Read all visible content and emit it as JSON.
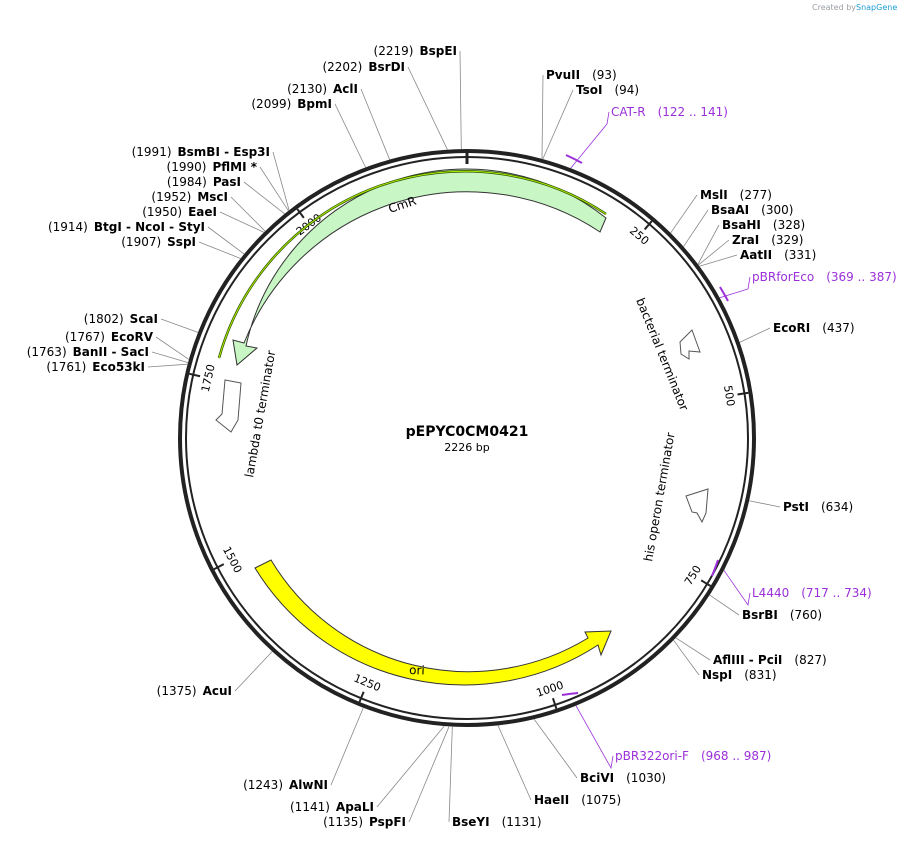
{
  "app": {
    "credit_prefix": "Created by",
    "credit_brand": "SnapGene"
  },
  "plasmid": {
    "name": "pEPYC0CM0421",
    "length_label": "2226 bp",
    "length": 2226
  },
  "ticks": [
    "250",
    "500",
    "750",
    "1000",
    "1250",
    "1500",
    "1750",
    "2000"
  ],
  "features": [
    {
      "label": "CmR",
      "color": "#c8f7c5",
      "type": "arrow-ccw"
    },
    {
      "label": "ori",
      "color": "#ffff00",
      "type": "arrow-cw"
    },
    {
      "label": "bacterial terminator",
      "type": "terminator"
    },
    {
      "label": "his operon terminator",
      "type": "terminator"
    },
    {
      "label": "lambda t0 terminator",
      "type": "terminator"
    }
  ],
  "sites": [
    {
      "pos": "(2219)",
      "name": "BspEI"
    },
    {
      "pos": "(2202)",
      "name": "BsrDI"
    },
    {
      "pos": "(2130)",
      "name": "AclI"
    },
    {
      "pos": "(2099)",
      "name": "BpmI"
    },
    {
      "pos": "(1991)",
      "name": "BsmBI - Esp3I"
    },
    {
      "pos": "(1990)",
      "name": "PflMI *"
    },
    {
      "pos": "(1984)",
      "name": "PasI"
    },
    {
      "pos": "(1952)",
      "name": "MscI"
    },
    {
      "pos": "(1950)",
      "name": "EaeI"
    },
    {
      "pos": "(1914)",
      "name": "BtgI - NcoI - StyI"
    },
    {
      "pos": "(1907)",
      "name": "SspI"
    },
    {
      "pos": "(1802)",
      "name": "ScaI"
    },
    {
      "pos": "(1767)",
      "name": "EcoRV"
    },
    {
      "pos": "(1763)",
      "name": "BanII - SacI"
    },
    {
      "pos": "(1761)",
      "name": "Eco53kI"
    },
    {
      "pos": "(1375)",
      "name": "AcuI"
    },
    {
      "pos": "(1243)",
      "name": "AlwNI"
    },
    {
      "pos": "(1141)",
      "name": "ApaLI"
    },
    {
      "pos": "(1135)",
      "name": "PspFI"
    },
    {
      "pos": "(1131)",
      "name": "BseYI"
    },
    {
      "pos": "(1075)",
      "name": "HaeII"
    },
    {
      "pos": "(1030)",
      "name": "BciVI"
    },
    {
      "pos": "(93)",
      "name": "PvuII"
    },
    {
      "pos": "(94)",
      "name": "TsoI"
    },
    {
      "pos": "(277)",
      "name": "MslI"
    },
    {
      "pos": "(300)",
      "name": "BsaAI"
    },
    {
      "pos": "(328)",
      "name": "BsaHI"
    },
    {
      "pos": "(329)",
      "name": "ZraI"
    },
    {
      "pos": "(331)",
      "name": "AatII"
    },
    {
      "pos": "(437)",
      "name": "EcoRI"
    },
    {
      "pos": "(634)",
      "name": "PstI"
    },
    {
      "pos": "(760)",
      "name": "BsrBI"
    },
    {
      "pos": "(827)",
      "name": "AflIII - PciI"
    },
    {
      "pos": "(831)",
      "name": "NspI"
    }
  ],
  "primers": [
    {
      "name": "CAT-R",
      "range": "(122 .. 141)"
    },
    {
      "name": "pBRforEco",
      "range": "(369 .. 387)"
    },
    {
      "name": "L4440",
      "range": "(717 .. 734)"
    },
    {
      "name": "pBR322ori-F",
      "range": "(968 .. 987)"
    }
  ],
  "colors": {
    "primer": "#9b30d9",
    "backbone": "#222222",
    "leader": "#777777",
    "cmr_highlight": "#335500"
  }
}
